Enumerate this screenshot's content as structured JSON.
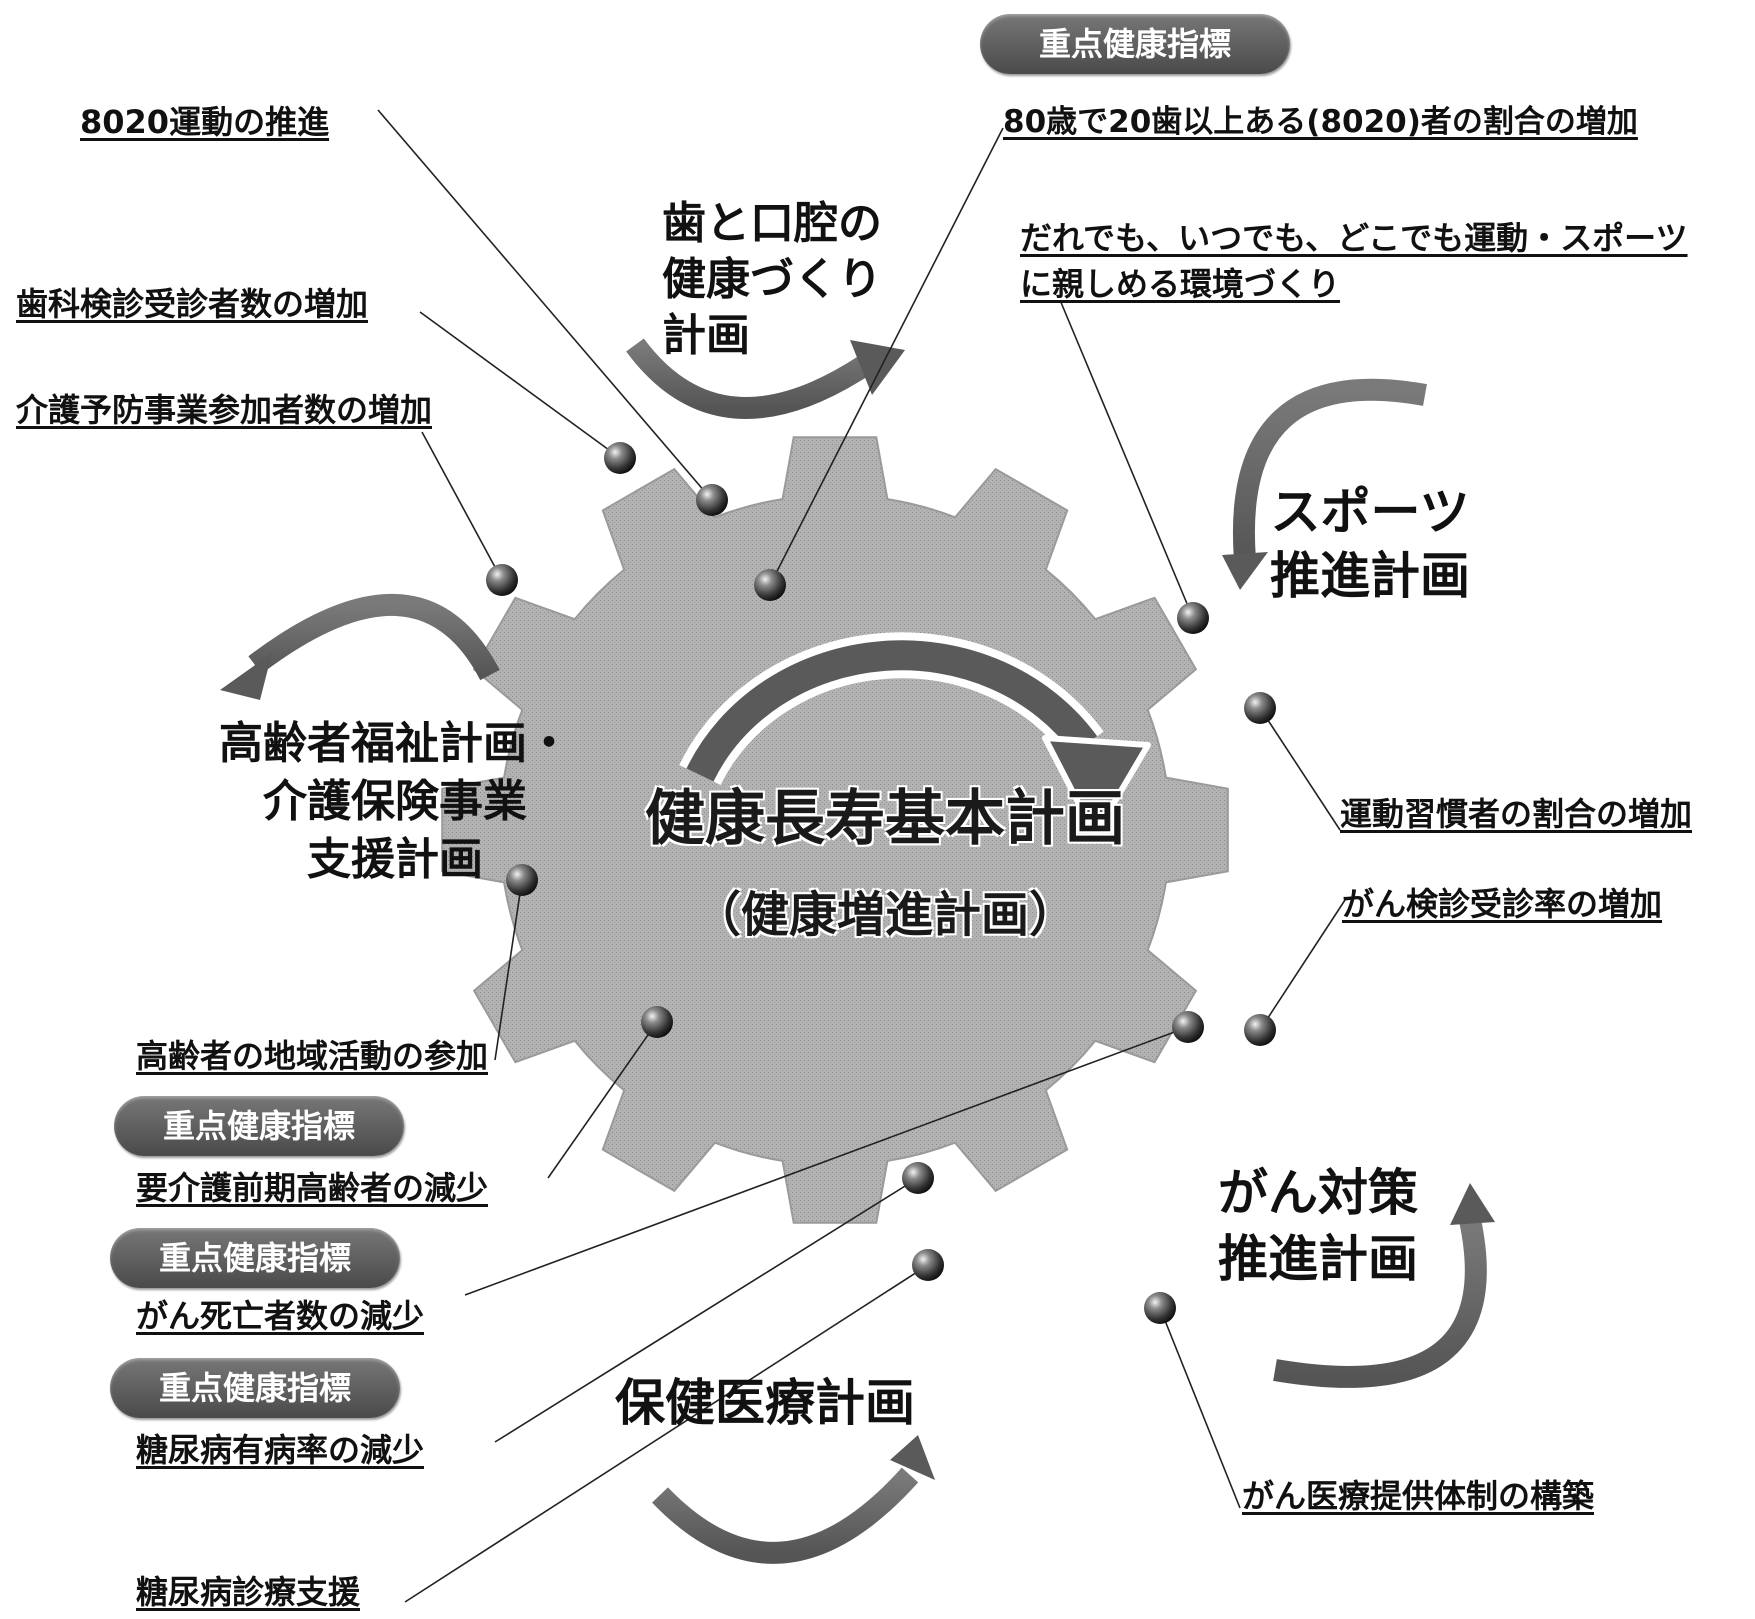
{
  "center": {
    "title": "健康長寿基本計画",
    "subtitle": "（健康増進計画）"
  },
  "plans": {
    "dental": [
      "歯と口腔の",
      "健康づくり",
      "計画"
    ],
    "sports": [
      "スポーツ",
      "推進計画"
    ],
    "elderly": [
      "高齢者福祉計画・",
      "介護保険事業",
      "支援計画"
    ],
    "cancer": [
      "がん対策",
      "推進計画"
    ],
    "health_medical": "保健医療計画"
  },
  "badge_label": "重点健康指標",
  "goals": {
    "g8020_promotion": "8020運動の推進",
    "dental_checkup": "歯科検診受診者数の増加",
    "care_prevention": "介護予防事業参加者数の増加",
    "g8020_rate": "80歳で20歯以上ある(8020)者の割合の増加",
    "sports_env_1": "だれでも、いつでも、どこでも運動・スポーツ",
    "sports_env_2": "に親しめる環境づくり",
    "exercise_habit": "運動習慣者の割合の増加",
    "cancer_screening": "がん検診受診率の増加",
    "elderly_activity": "高齢者の地域活動の参加",
    "care_reduction": "要介護前期高齢者の減少",
    "cancer_death": "がん死亡者数の減少",
    "diabetes_rate": "糖尿病有病率の減少",
    "diabetes_support": "糖尿病診療支援",
    "cancer_care": "がん医療提供体制の構築"
  }
}
